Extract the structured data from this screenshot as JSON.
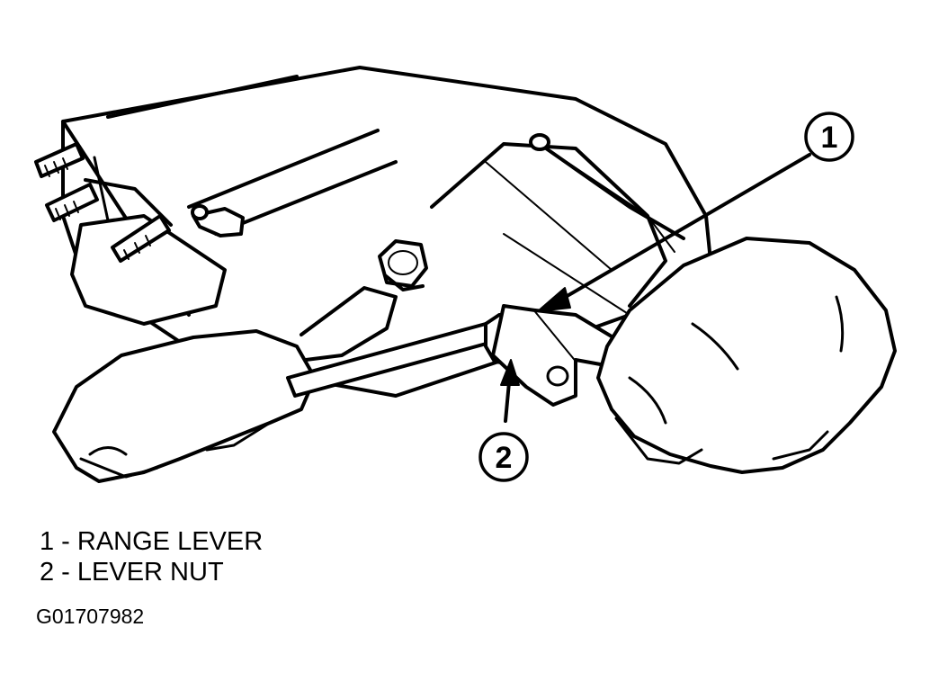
{
  "callouts": [
    {
      "number": "1"
    },
    {
      "number": "2"
    }
  ],
  "legend": [
    {
      "text": "1 - RANGE LEVER"
    },
    {
      "text": "2 - LEVER NUT"
    }
  ],
  "figure_id": "G01707982"
}
